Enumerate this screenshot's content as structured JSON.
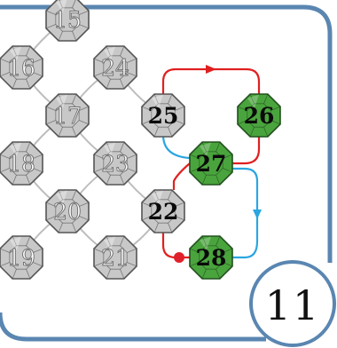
{
  "level_badge": {
    "text": "11"
  },
  "colors": {
    "frame": "#5a86b1",
    "gray_node": "#c8c8c8",
    "gray_stroke": "#555555",
    "green_node": "#4aa43d",
    "green_stroke": "#22501f",
    "connector": "#bdbdbd",
    "red_path": "#e02020",
    "blue_path": "#2aa6e0",
    "start_dot": "#e0202a"
  },
  "nodes": [
    {
      "id": "15",
      "label": "15",
      "state": "inactive"
    },
    {
      "id": "16",
      "label": "16",
      "state": "inactive"
    },
    {
      "id": "24",
      "label": "24",
      "state": "inactive"
    },
    {
      "id": "17",
      "label": "17",
      "state": "inactive"
    },
    {
      "id": "25",
      "label": "25",
      "state": "available"
    },
    {
      "id": "26",
      "label": "26",
      "state": "complete"
    },
    {
      "id": "18",
      "label": "18",
      "state": "inactive"
    },
    {
      "id": "23",
      "label": "23",
      "state": "inactive"
    },
    {
      "id": "27",
      "label": "27",
      "state": "complete"
    },
    {
      "id": "20",
      "label": "20",
      "state": "inactive"
    },
    {
      "id": "22",
      "label": "22",
      "state": "available"
    },
    {
      "id": "19",
      "label": "19",
      "state": "inactive"
    },
    {
      "id": "21",
      "label": "21",
      "state": "inactive"
    },
    {
      "id": "28",
      "label": "28",
      "state": "complete"
    }
  ],
  "links": [
    {
      "from": "15",
      "to": "16",
      "kind": "plain"
    },
    {
      "from": "16",
      "to": "17",
      "kind": "plain"
    },
    {
      "from": "24",
      "to": "17",
      "kind": "plain"
    },
    {
      "from": "24",
      "to": "25",
      "kind": "plain"
    },
    {
      "from": "17",
      "to": "18",
      "kind": "plain"
    },
    {
      "from": "17",
      "to": "23",
      "kind": "plain"
    },
    {
      "from": "18",
      "to": "20",
      "kind": "plain"
    },
    {
      "from": "23",
      "to": "20",
      "kind": "plain"
    },
    {
      "from": "23",
      "to": "22",
      "kind": "plain"
    },
    {
      "from": "20",
      "to": "19",
      "kind": "plain"
    },
    {
      "from": "20",
      "to": "21",
      "kind": "plain"
    },
    {
      "from": "21",
      "to": "22",
      "kind": "plain"
    },
    {
      "from": "25",
      "to": "26",
      "kind": "red"
    },
    {
      "from": "26",
      "to": "27",
      "kind": "red"
    },
    {
      "from": "27",
      "to": "22",
      "kind": "red"
    },
    {
      "from": "25",
      "to": "27",
      "kind": "blue"
    },
    {
      "from": "27",
      "to": "28",
      "kind": "blue"
    },
    {
      "from": "22",
      "to": "28",
      "kind": "red"
    }
  ]
}
